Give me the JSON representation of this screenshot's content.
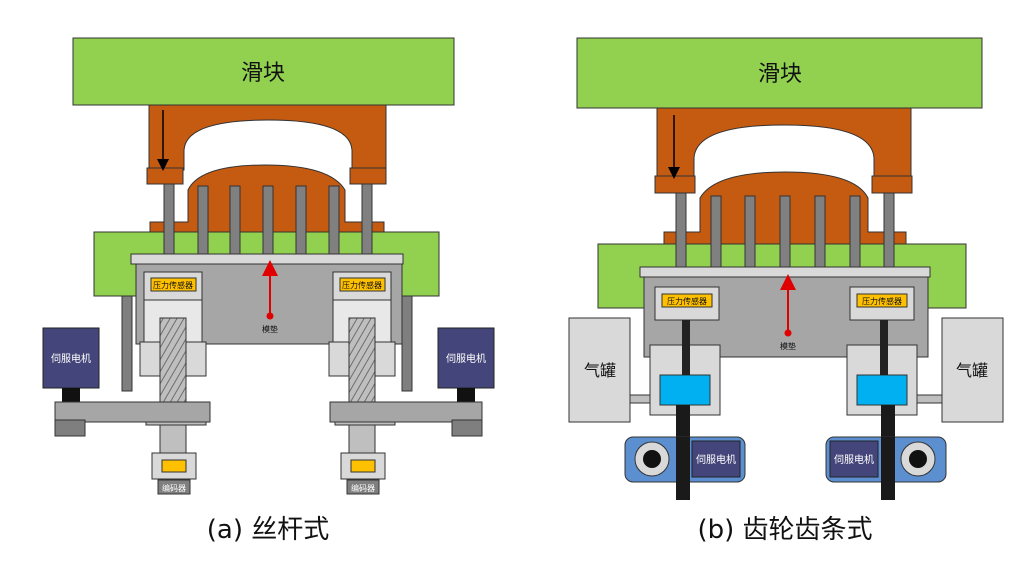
{
  "left": {
    "slider": "滑块",
    "sensor_left": "压力传感器",
    "sensor_right": "压力传感器",
    "die_cushion": "模垫",
    "motor_left": "伺服电机",
    "motor_right": "伺服电机",
    "encoder_left": "编码器",
    "encoder_right": "编码器",
    "caption": "(a) 丝杆式"
  },
  "right": {
    "slider": "滑块",
    "sensor_left": "压力传感器",
    "sensor_right": "压力传感器",
    "die_cushion": "模垫",
    "tank_left": "气罐",
    "tank_right": "气罐",
    "motor_left": "伺服电机",
    "motor_right": "伺服电机",
    "caption": "(b) 齿轮齿条式"
  },
  "colors": {
    "slider_green": "#92d050",
    "die_orange": "#c55a11",
    "body_gray": "#a6a6a6",
    "cylinder_blue": "#00b0f0",
    "sensor_yellow": "#ffc000",
    "motor_purple": "#44457a",
    "motor_housing_blue": "#5b8fd0",
    "arrow_red": "#e00000"
  }
}
